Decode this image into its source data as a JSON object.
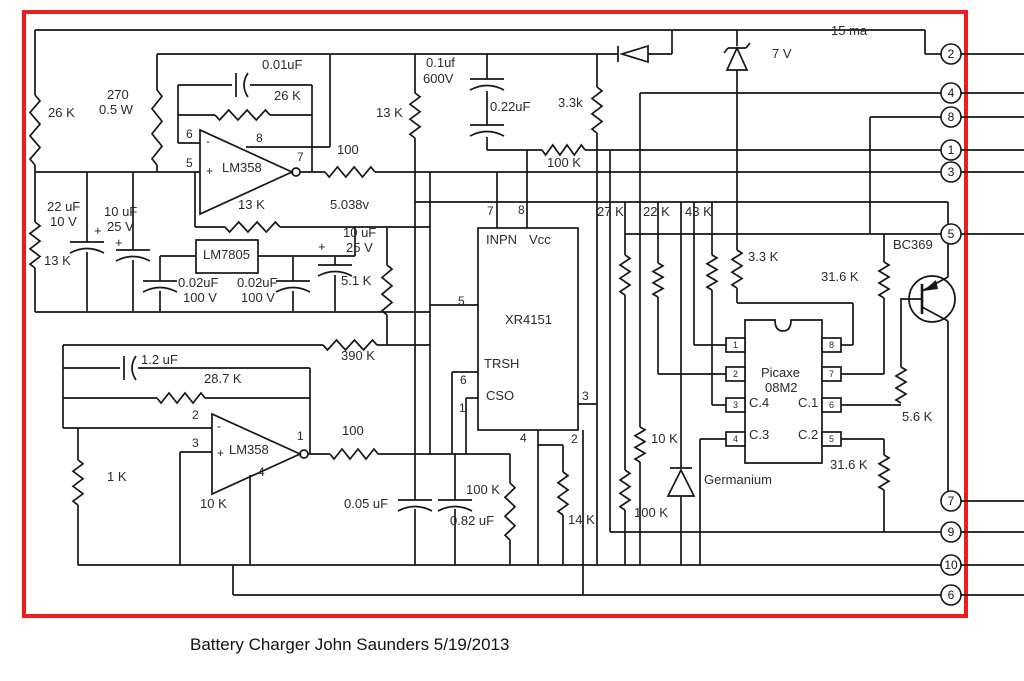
{
  "title": "Battery Charger John Saunders 5/19/2013",
  "colors": {
    "border": "#ee1c1c",
    "wire": "#161616"
  },
  "power": {
    "r26k": "26 K",
    "r270": "270",
    "r270_watt": "0.5 W",
    "c22uf": "22 uF",
    "c22uf_v": "10 V",
    "c10uf_a": "10 uF",
    "c10uf_a_v": "25 V",
    "r13k": "13 K",
    "regulator": "LM7805",
    "c002uf_a": "0.02uF",
    "c002uf_a_v": "100 V",
    "c002uf_b": "0.02uF",
    "c002uf_b_v": "100 V",
    "c10uf_b": "10 uF",
    "c10uf_b_v": "25 V",
    "r51k": "5.1 K",
    "plus": "+"
  },
  "opamp1": {
    "name": "LM358",
    "pin5": "5",
    "pin6": "6",
    "pin7": "7",
    "pin8": "8",
    "minus": "-",
    "plus": "+",
    "c001uf": "0.01uF",
    "r26k_fb": "26 K",
    "r100": "100",
    "r13k_fb": "13 K",
    "node_voltage": "5.038v"
  },
  "vfc": {
    "name": "XR4151",
    "inpn": "INPN",
    "vcc": "Vcc",
    "trsh": "TRSH",
    "cso": "CSO",
    "p1": "1",
    "p2": "2",
    "p3": "3",
    "p4": "4",
    "p5": "5",
    "p6": "6",
    "p7": "7",
    "p8": "8",
    "c01uf": "0.1uf",
    "c01uf_v": "600V",
    "r13k": "13 K",
    "c022uf": "0.22uF",
    "r33k": "3.3k",
    "r100k": "100 K",
    "r390k": "390 K"
  },
  "divider": {
    "r27k": "27 K",
    "r22k": "22 K",
    "r43k": "43 K",
    "r33k": "3.3 K",
    "r316k_top": "31.6 K",
    "r10k": "10 K",
    "r100k": "100 K",
    "diode": "Germanium",
    "r316k_bottom": "31.6 K",
    "r14k": "14 K",
    "r100k_mid": "100 K"
  },
  "mcu": {
    "name1": "Picaxe",
    "name2": "08M2",
    "c4": "C.4",
    "c1": "C.1",
    "c3": "C.3",
    "c2": "C.2",
    "pins_left": [
      "1",
      "2",
      "3",
      "4"
    ],
    "pins_right": [
      "8",
      "7",
      "6",
      "5"
    ]
  },
  "opamp2": {
    "name": "LM358",
    "pin1": "1",
    "pin2": "2",
    "pin3": "3",
    "pin4": "4",
    "minus": "-",
    "plus": "+",
    "c12uf": "1.2 uF",
    "r287k": "28.7 K",
    "r1k": "1 K",
    "r10k": "10 K",
    "r100": "100",
    "c005uf": "0.05 uF",
    "c082uf": "0.82 uF"
  },
  "out": {
    "transistor": "BC369",
    "r56k": "5.6 K",
    "zener": "7 V",
    "current": "15 ma"
  },
  "terminals": [
    "2",
    "4",
    "8",
    "1",
    "3",
    "5",
    "7",
    "9",
    "10",
    "6"
  ]
}
